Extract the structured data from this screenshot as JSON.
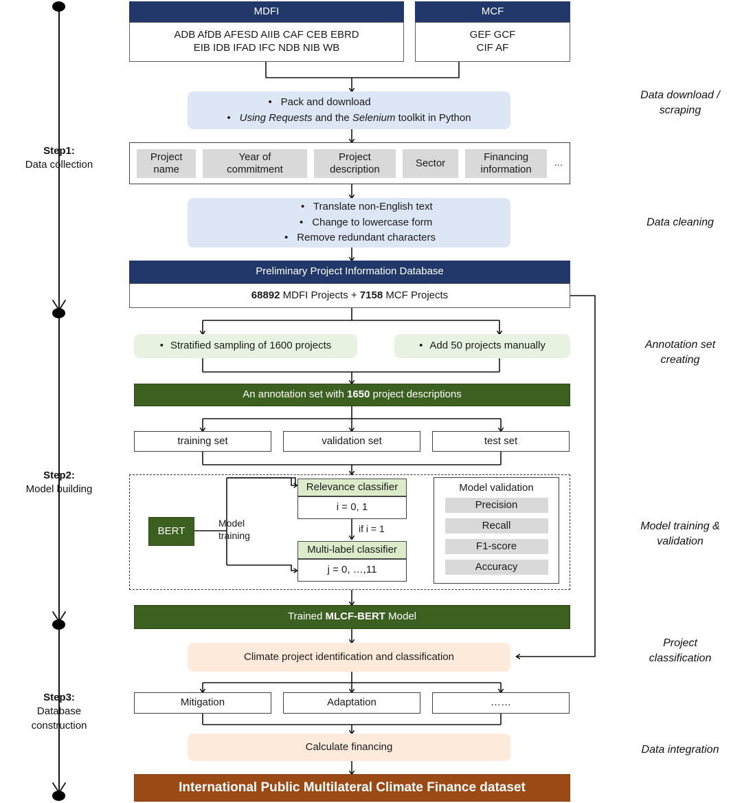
{
  "timeline": {
    "steps": [
      {
        "id": "step1",
        "title": "Step1:",
        "subtitle": "Data collection"
      },
      {
        "id": "step2",
        "title": "Step2:",
        "subtitle": "Model building"
      },
      {
        "id": "step3",
        "title": "Step3:",
        "subtitle": "Database\nconstruction"
      }
    ]
  },
  "right_notes": [
    {
      "id": "note-download",
      "text": "Data download /\nscraping"
    },
    {
      "id": "note-cleaning",
      "text": "Data cleaning"
    },
    {
      "id": "note-annotation",
      "text": "Annotation set\ncreating"
    },
    {
      "id": "note-training",
      "text": "Model training &\nvalidation"
    },
    {
      "id": "note-classification",
      "text": "Project\nclassification"
    },
    {
      "id": "note-integration",
      "text": "Data integration"
    }
  ],
  "sources": {
    "mdfi": {
      "header": "MDFI",
      "line1": "ADB AfDB AFESD AIIB CAF CEB EBRD",
      "line2": "EIB IDB IFAD IFC NDB NIB WB"
    },
    "mcf": {
      "header": "MCF",
      "line1": "GEF GCF",
      "line2": "CIF AF"
    }
  },
  "download": {
    "bullet1": "Pack and download",
    "bullet2_pre": "Using Requests",
    "bullet2_mid": " and the ",
    "bullet2_em": "Selenium",
    "bullet2_post": " toolkit in Python"
  },
  "fields": {
    "items": [
      "Project\nname",
      "Year of\ncommitment",
      "Project\ndescription",
      "Sector",
      "Financing\ninformation"
    ],
    "ellipsis": "..."
  },
  "cleaning": {
    "bullets": [
      "Translate non-English text",
      "Change to lowercase form",
      "Remove redundant characters"
    ]
  },
  "database": {
    "header": "Preliminary Project Information Database",
    "count_mdfi": "68892",
    "label_mdfi": " MDFI Projects + ",
    "count_mcf": "7158",
    "label_mcf": " MCF Projects"
  },
  "annotation": {
    "sampling": "Stratified sampling of 1600 projects",
    "manual": "Add 50 projects manually",
    "result_pre": "An annotation set with ",
    "result_num": "1650",
    "result_post": " project descriptions"
  },
  "splits": [
    "training set",
    "validation set",
    "test set"
  ],
  "model": {
    "bert": "BERT",
    "training_label": "Model\ntraining",
    "relevance_header": "Relevance classifier",
    "relevance_body": "i = 0, 1",
    "condition": "if i = 1",
    "multilabel_header": "Multi-label classifier",
    "multilabel_body": "j = 0, …,11",
    "validation_title": "Model validation",
    "metrics": [
      "Precision",
      "Recall",
      "F1-score",
      "Accuracy"
    ]
  },
  "trained": {
    "pre": "Trained ",
    "name": "MLCF-BERT",
    "post": " Model"
  },
  "classification": {
    "title": "Climate project identification and classification",
    "categories": [
      "Mitigation",
      "Adaptation",
      "……"
    ]
  },
  "financing": {
    "label": "Calculate financing"
  },
  "dataset": {
    "title": "International Public Multilateral Climate Finance dataset"
  },
  "colors": {
    "navy": "#23386a",
    "green_dark": "#3c6020",
    "green_soft": "#e8f2e0",
    "blue_soft": "#dde6f4",
    "orange_soft": "#fdeadb",
    "brown": "#9b4a16",
    "grey_chip": "#d9d9d9"
  }
}
